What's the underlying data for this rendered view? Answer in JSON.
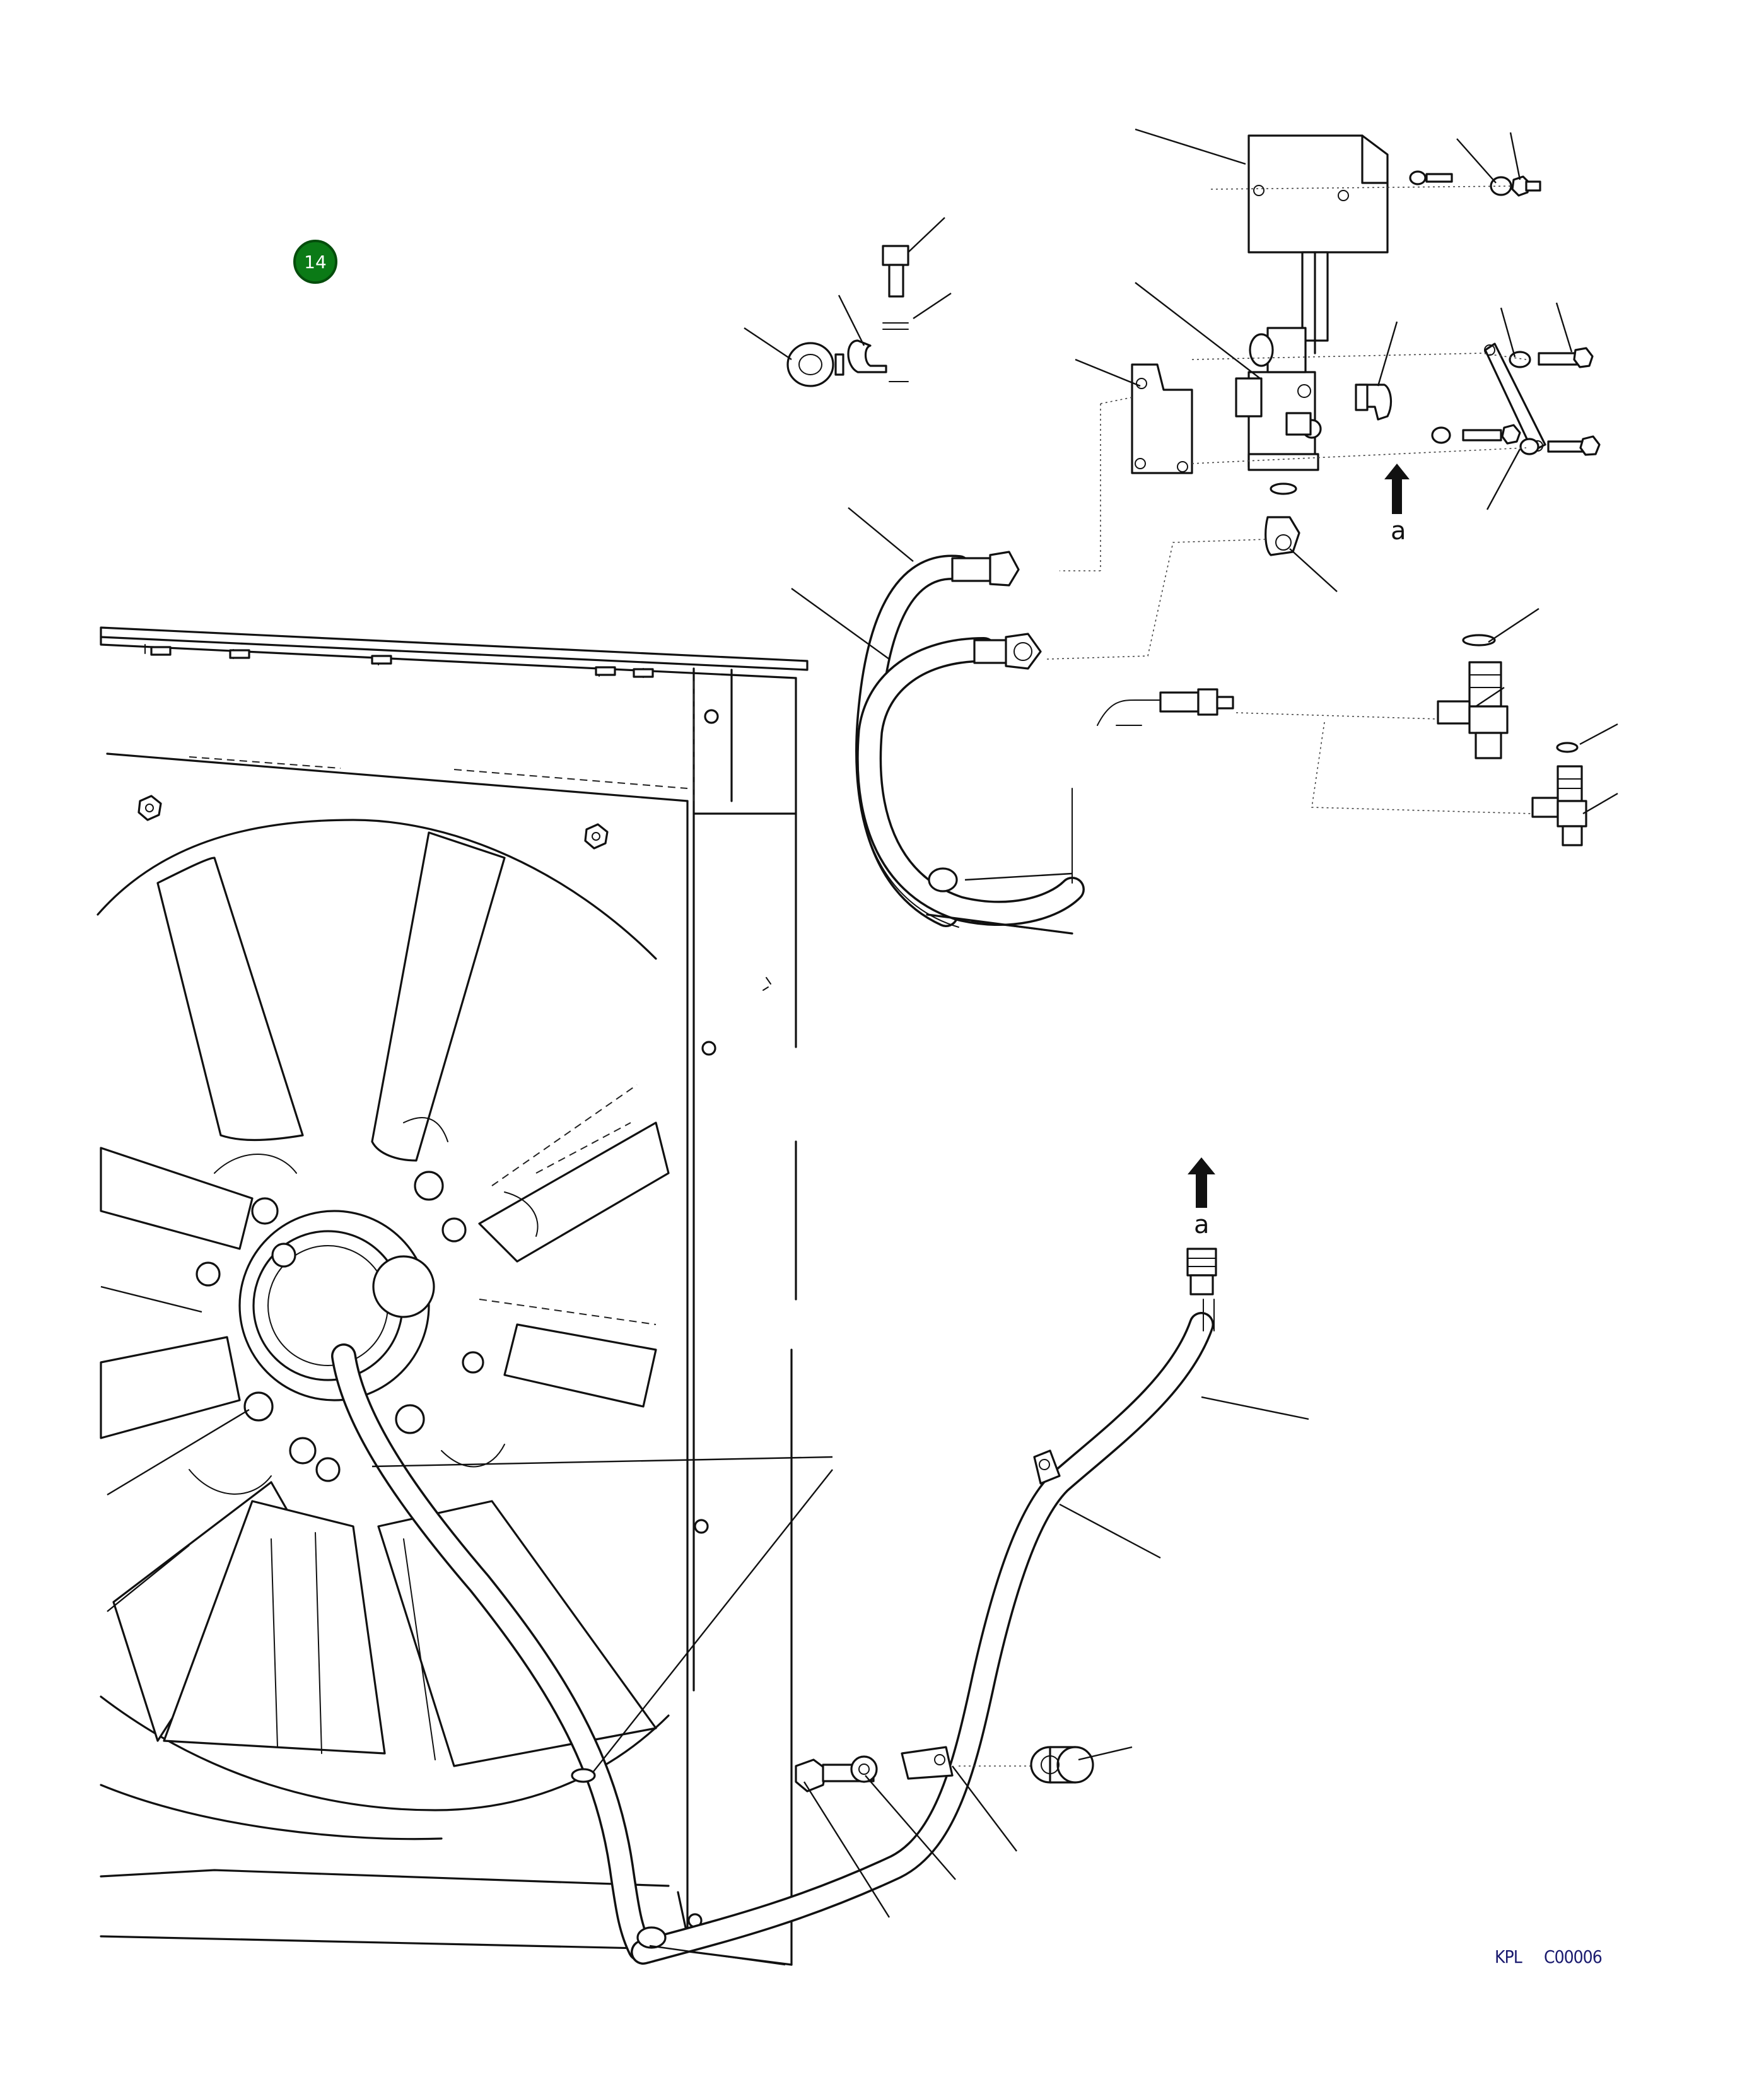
{
  "callout": {
    "number": "14",
    "color": "#0b7a16"
  },
  "arrow_marks": [
    {
      "label": "a"
    },
    {
      "label": "a"
    }
  ],
  "figure_code": {
    "prefix": "KPL",
    "code": "C00006"
  }
}
